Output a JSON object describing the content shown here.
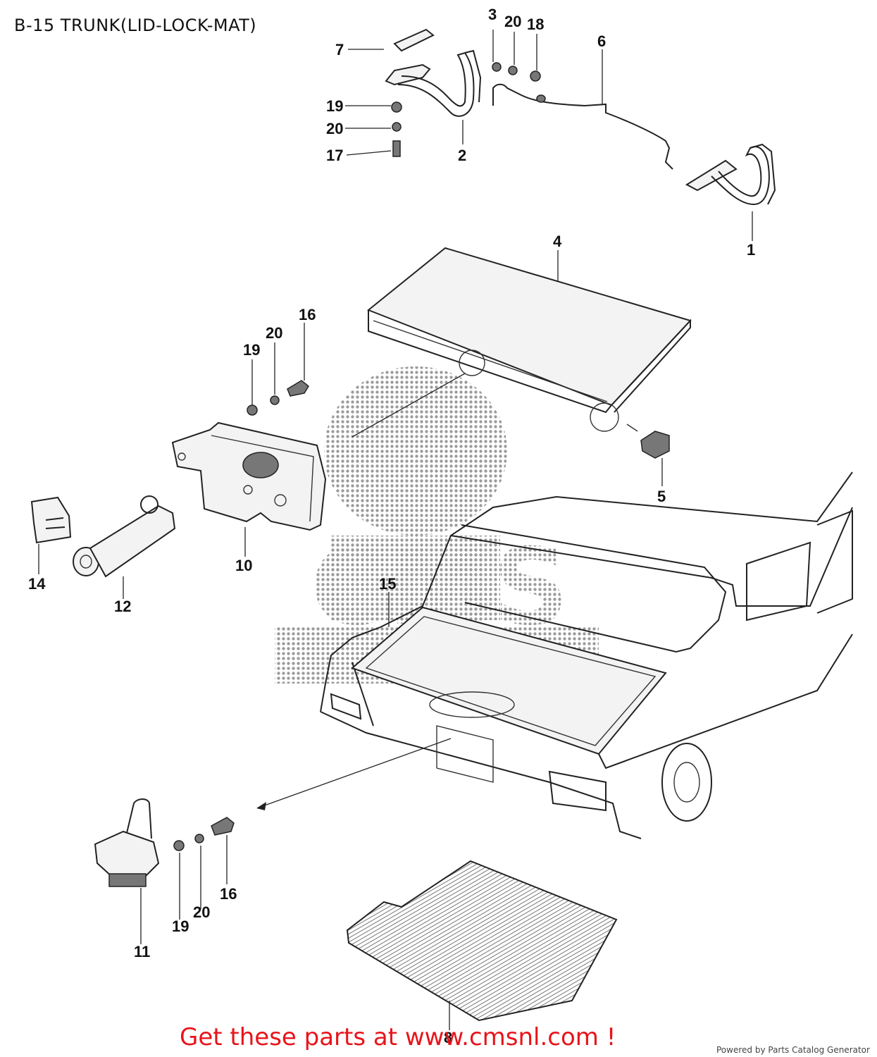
{
  "title": "B-15 TRUNK(LID-LOCK-MAT)",
  "watermark_text": "CMS",
  "part_labels": [
    {
      "id": "p1",
      "text": "1"
    },
    {
      "id": "p2",
      "text": "2"
    },
    {
      "id": "p3",
      "text": "3"
    },
    {
      "id": "p4",
      "text": "4"
    },
    {
      "id": "p5",
      "text": "5"
    },
    {
      "id": "p6",
      "text": "6"
    },
    {
      "id": "p7",
      "text": "7"
    },
    {
      "id": "p8",
      "text": "8"
    },
    {
      "id": "p10",
      "text": "10"
    },
    {
      "id": "p11",
      "text": "11"
    },
    {
      "id": "p12",
      "text": "12"
    },
    {
      "id": "p14",
      "text": "14"
    },
    {
      "id": "p15",
      "text": "15"
    },
    {
      "id": "p16a",
      "text": "16"
    },
    {
      "id": "p16b",
      "text": "16"
    },
    {
      "id": "p17",
      "text": "17"
    },
    {
      "id": "p18",
      "text": "18"
    },
    {
      "id": "p19a",
      "text": "19"
    },
    {
      "id": "p19b",
      "text": "19"
    },
    {
      "id": "p19c",
      "text": "19"
    },
    {
      "id": "p20a",
      "text": "20"
    },
    {
      "id": "p20b",
      "text": "20"
    },
    {
      "id": "p20c",
      "text": "20"
    },
    {
      "id": "p20d",
      "text": "20"
    }
  ],
  "footer": {
    "promo": "Get these parts at www.cmsnl.com !",
    "powered_by": "Powered by Parts Catalog Generator"
  },
  "colors": {
    "promo": "#e8141b",
    "line": "#222222",
    "watermark": "#9a9a9a"
  }
}
